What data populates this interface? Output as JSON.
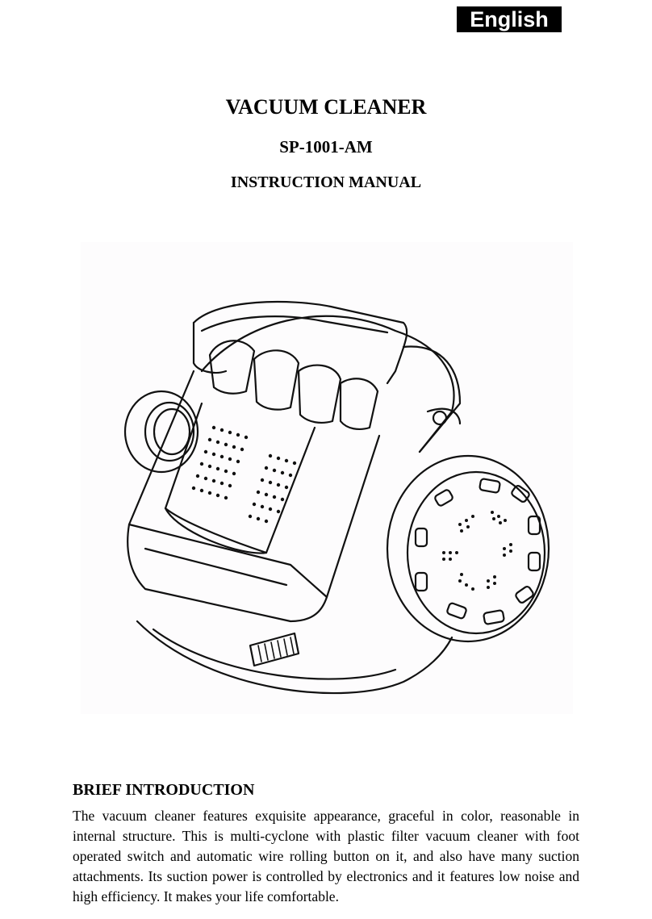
{
  "language_badge": "English",
  "title": "VACUUM CLEANER",
  "model": "SP-1001-AM",
  "subtitle": "INSTRUCTION MANUAL",
  "illustration": {
    "icon": "vacuum-cleaner-illustration"
  },
  "section": {
    "heading": "BRIEF INTRODUCTION",
    "body": "The vacuum cleaner features exquisite appearance, graceful in color, reasonable in internal structure. This is multi-cyclone with plastic filter vacuum cleaner with foot operated switch and automatic wire rolling button on it, and also have many suction attachments. Its suction power is controlled by electronics and it features low noise and high efficiency. It makes your life comfortable."
  }
}
